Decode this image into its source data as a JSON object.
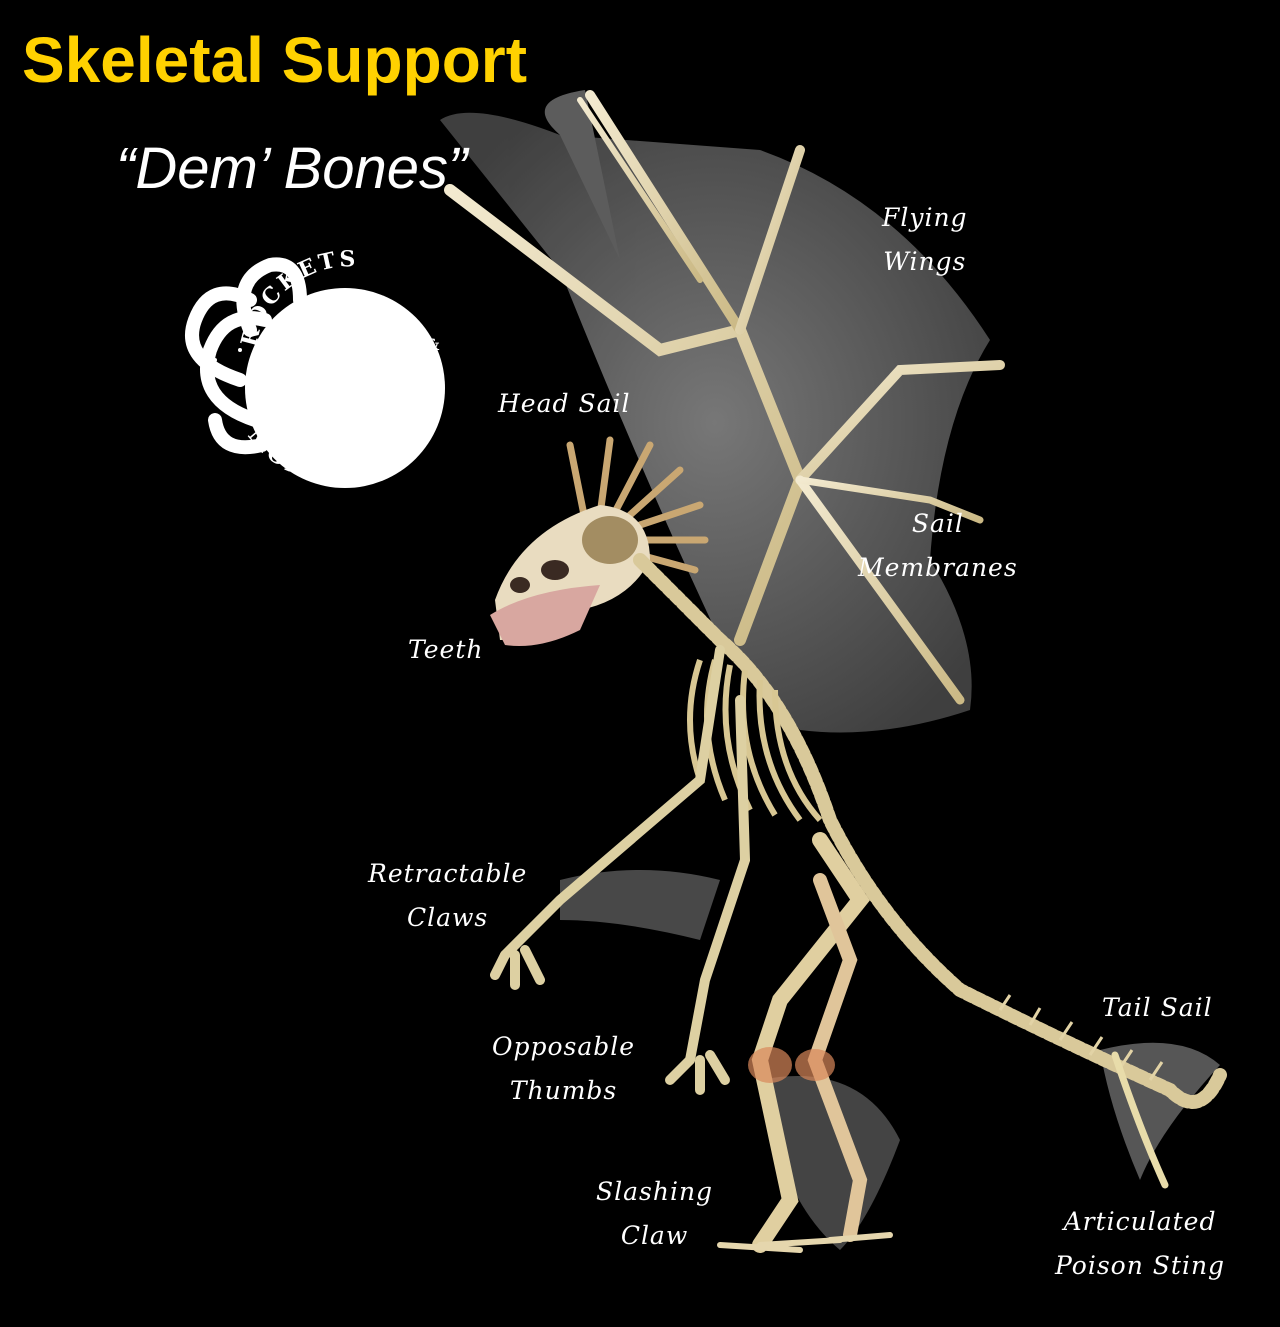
{
  "title": "Skeletal Support",
  "subtitle": "“Dem’ Bones”",
  "logo": {
    "top_text": "ROCKETS",
    "middle_text": "&",
    "bottom_text": "MONSTERS"
  },
  "labels": {
    "flying_wings": [
      "Flying",
      "Wings"
    ],
    "head_sail": [
      "Head Sail"
    ],
    "sail_membranes": [
      "Sail",
      "Membranes"
    ],
    "teeth": [
      "Teeth"
    ],
    "retractable_claws": [
      "Retractable",
      "Claws"
    ],
    "opposable_thumbs": [
      "Opposable",
      "Thumbs"
    ],
    "tail_sail": [
      "Tail Sail"
    ],
    "slashing_claw": [
      "Slashing",
      "Claw"
    ],
    "poison_sting": [
      "Articulated",
      "Poison Sting"
    ]
  },
  "colors": {
    "background": "#000000",
    "title": "#ffd100",
    "text": "#ffffff",
    "bone": "#e8dca8",
    "membrane": "#8a8a8a"
  }
}
